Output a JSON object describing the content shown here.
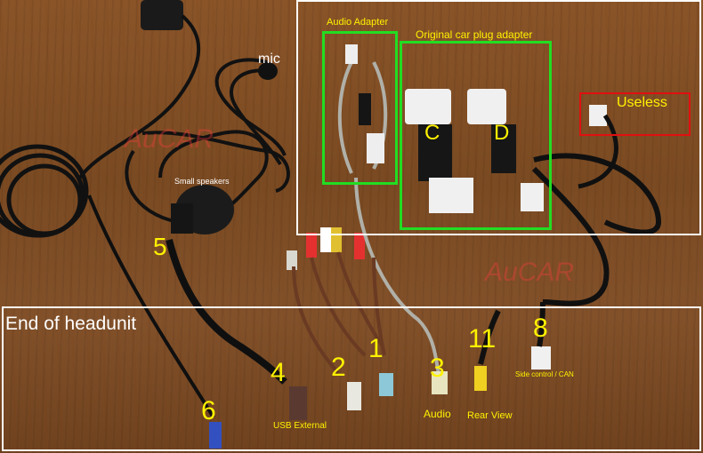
{
  "labels": {
    "mic": "mic",
    "audio_adapter": "Audio Adapter",
    "original_plug": "Original car plug adapter",
    "useless": "Useless",
    "c": "C",
    "d": "D",
    "small_speakers": "Small speakers",
    "five": "5",
    "end_of_headunit": "End of headunit",
    "one": "1",
    "two": "2",
    "three": "3",
    "four": "4",
    "six": "6",
    "eight": "8",
    "eleven": "11",
    "usb_external": "USB External",
    "audio": "Audio",
    "rear_view": "Rear View",
    "side_control": "Side control / CAN"
  },
  "watermark": "AuCAR",
  "colors": {
    "label_yellow": "#fff200",
    "highlight_green": "#22dd22",
    "useless_red": "#e01010",
    "frame_white": "#ffffff"
  }
}
